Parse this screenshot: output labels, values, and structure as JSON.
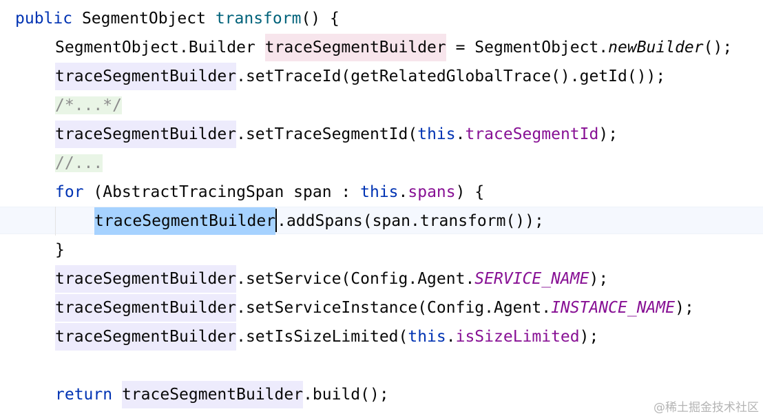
{
  "code": {
    "l1": {
      "kw": "public",
      "type": " SegmentObject ",
      "method": "transform",
      "rest": "() {"
    },
    "l2": {
      "type": "SegmentObject.Builder ",
      "var": "traceSegmentBuilder",
      "eq": " = SegmentObject.",
      "call": "newBuilder",
      "rest": "();"
    },
    "l3": {
      "var": "traceSegmentBuilder",
      "rest": ".setTraceId(getRelatedGlobalTrace().getId());"
    },
    "l4": {
      "comment": "/*...*/"
    },
    "l5": {
      "var": "traceSegmentBuilder",
      "mid": ".setTraceSegmentId(",
      "this": "this",
      "dot": ".",
      "field": "traceSegmentId",
      "rest": ");"
    },
    "l6": {
      "comment": "//..."
    },
    "l7": {
      "kw": "for",
      "mid": " (AbstractTracingSpan span : ",
      "this": "this",
      "dot": ".",
      "field": "spans",
      "rest": ") {"
    },
    "l8": {
      "var": "traceSegmentBuilder",
      "rest": ".addSpans(span.transform());"
    },
    "l9": {
      "brace": "}"
    },
    "l10": {
      "var": "traceSegmentBuilder",
      "mid": ".setService(Config.Agent.",
      "const": "SERVICE_NAME",
      "rest": ");"
    },
    "l11": {
      "var": "traceSegmentBuilder",
      "mid": ".setServiceInstance(Config.Agent.",
      "const": "INSTANCE_NAME",
      "rest": ");"
    },
    "l12": {
      "var": "traceSegmentBuilder",
      "mid": ".setIsSizeLimited(",
      "this": "this",
      "dot": ".",
      "field": "isSizeLimited",
      "rest": ");"
    },
    "l13": {
      "kw": "return",
      "sp": " ",
      "var": "traceSegmentBuilder",
      "rest": ".build();"
    }
  },
  "watermark": "@稀土掘金技术社区",
  "colors": {
    "keyword": "#0033b3",
    "method": "#00627a",
    "field": "#871094",
    "comment": "#8c8c8c",
    "usage_highlight": "#edebfc",
    "declaration_highlight": "#f7e5ec",
    "selection": "#a6d2ff",
    "caret_row": "#f5f8fe"
  }
}
